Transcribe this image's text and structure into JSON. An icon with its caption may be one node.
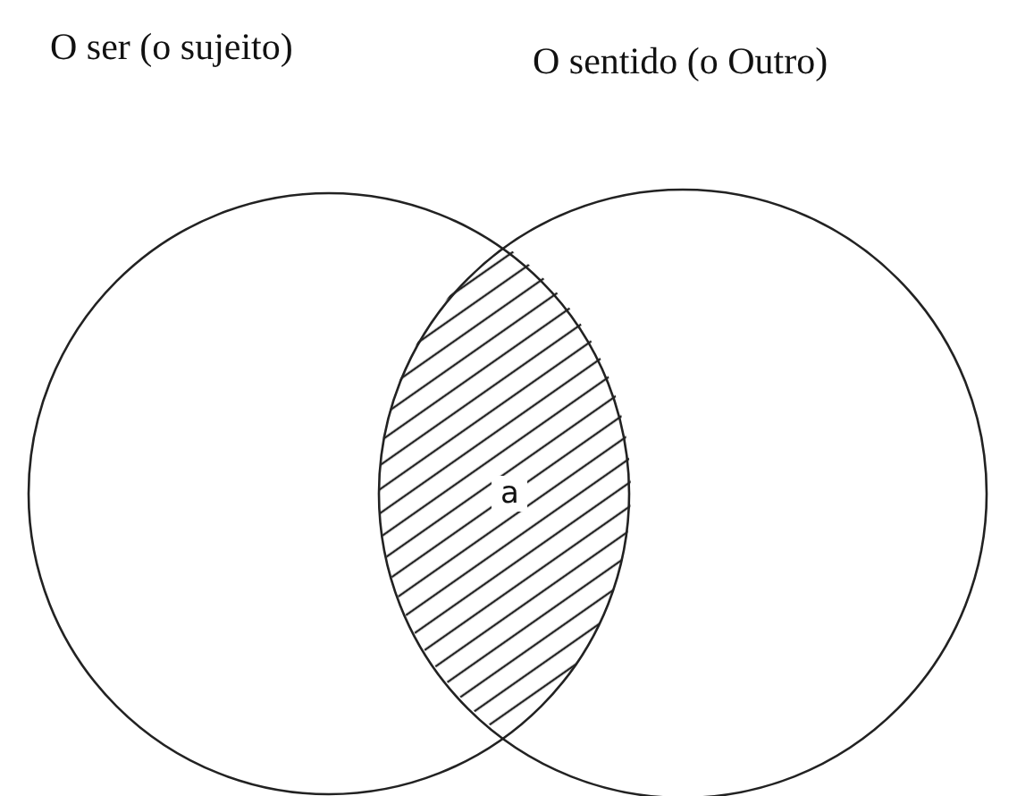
{
  "diagram": {
    "nodes": [
      {
        "text": [
          "O ser (o sujeito)"
        ]
      },
      {
        "text": [
          "O sentido (o Outro)"
        ]
      }
    ],
    "labels": [
      "a"
    ]
  }
}
